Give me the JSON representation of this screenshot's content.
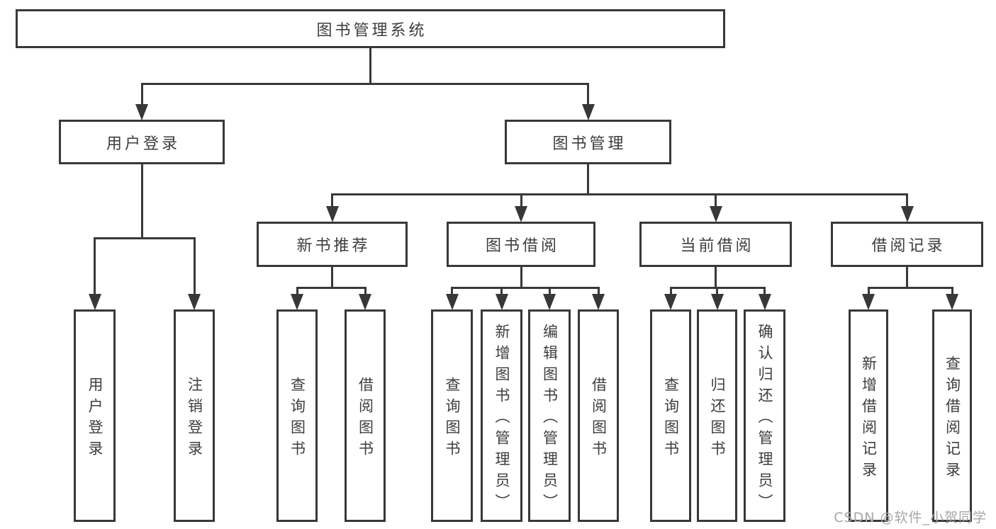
{
  "labels": {
    "root": "图书管理系统",
    "user-login": "用户登录",
    "book-mgmt": "图书管理",
    "new-book-rec": "新书推荐",
    "book-borrow": "图书借阅",
    "current-borrow": "当前借阅",
    "borrow-records": "借阅记录",
    "login": "用户登录",
    "logout": "注销登录",
    "rec-query-book": "查询图书",
    "rec-borrow-book": "借阅图书",
    "bb-query-book": "查询图书",
    "bb-add-book": "新增图书（管理员）",
    "bb-edit-book": "编辑图书（管理员）",
    "bb-borrow-book": "借阅图书",
    "cb-query-book": "查询图书",
    "cb-return-book": "归还图书",
    "cb-confirm-return": "确认归还（管理员）",
    "br-add-record": "新增借阅记录",
    "br-query-record": "查询借阅记录"
  },
  "hierarchy": [
    {
      "parent": "root",
      "children": [
        "user-login",
        "book-mgmt"
      ]
    },
    {
      "parent": "user-login",
      "children": [
        "login",
        "logout"
      ]
    },
    {
      "parent": "book-mgmt",
      "children": [
        "new-book-rec",
        "book-borrow",
        "current-borrow",
        "borrow-records"
      ]
    },
    {
      "parent": "new-book-rec",
      "children": [
        "rec-query-book",
        "rec-borrow-book"
      ]
    },
    {
      "parent": "book-borrow",
      "children": [
        "bb-query-book",
        "bb-add-book",
        "bb-edit-book",
        "bb-borrow-book"
      ]
    },
    {
      "parent": "current-borrow",
      "children": [
        "cb-query-book",
        "cb-return-book",
        "cb-confirm-return"
      ]
    },
    {
      "parent": "borrow-records",
      "children": [
        "br-add-record",
        "br-query-record"
      ]
    }
  ],
  "watermark": "CSDN @软件_小贺同学"
}
